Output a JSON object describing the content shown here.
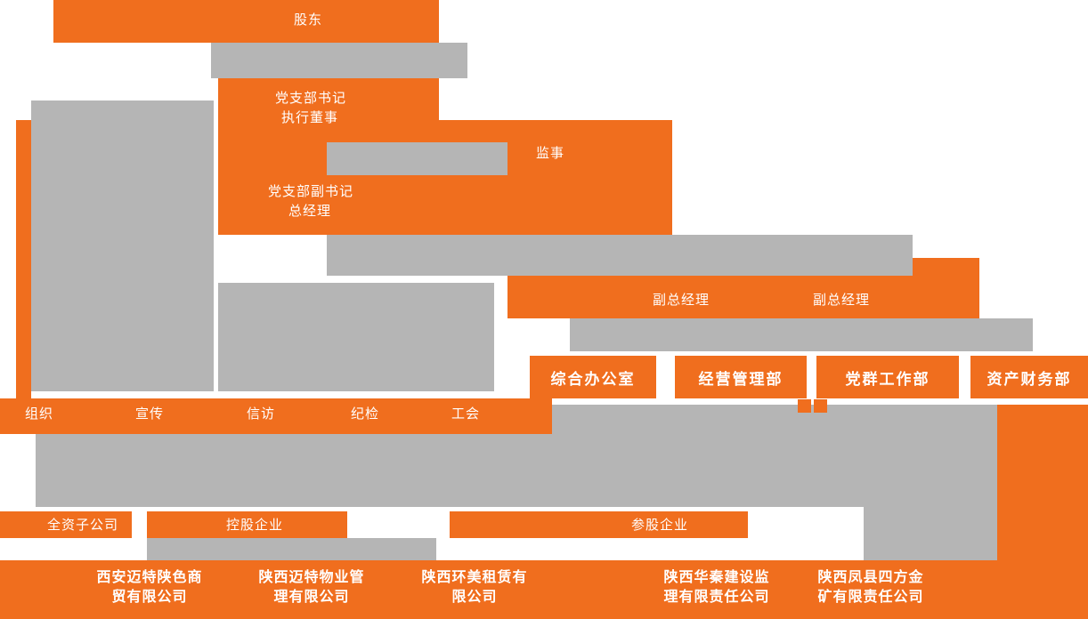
{
  "colors": {
    "orange": "#F06E1E",
    "gray": "#B5B5B5",
    "text_on_orange": "#FFFFFF"
  },
  "org": {
    "shareholder": "股东",
    "party_secretary_line1": "党支部书记",
    "party_secretary_line2": "执行董事",
    "supervisor": "监事",
    "deputy_secretary_line1": "党支部副书记",
    "deputy_secretary_line2": "总经理",
    "deputy_gm_left": "副总经理",
    "deputy_gm_right": "副总经理",
    "departments": [
      "综合办公室",
      "经营管理部",
      "党群工作部",
      "资产财务部"
    ],
    "functions": [
      "组织",
      "宣传",
      "信访",
      "纪检",
      "工会"
    ],
    "ownership": [
      "全资子公司",
      "控股企业",
      "参股企业"
    ],
    "companies": [
      {
        "line1": "西安迈特陕色商",
        "line2": "贸有限公司"
      },
      {
        "line1": "陕西迈特物业管",
        "line2": "理有限公司"
      },
      {
        "line1": "陕西环美租赁有",
        "line2": "限公司"
      },
      {
        "line1": "陕西华秦建设监",
        "line2": "理有限责任公司"
      },
      {
        "line1": "陕西凤县四方金",
        "line2": "矿有限责任公司"
      }
    ]
  }
}
